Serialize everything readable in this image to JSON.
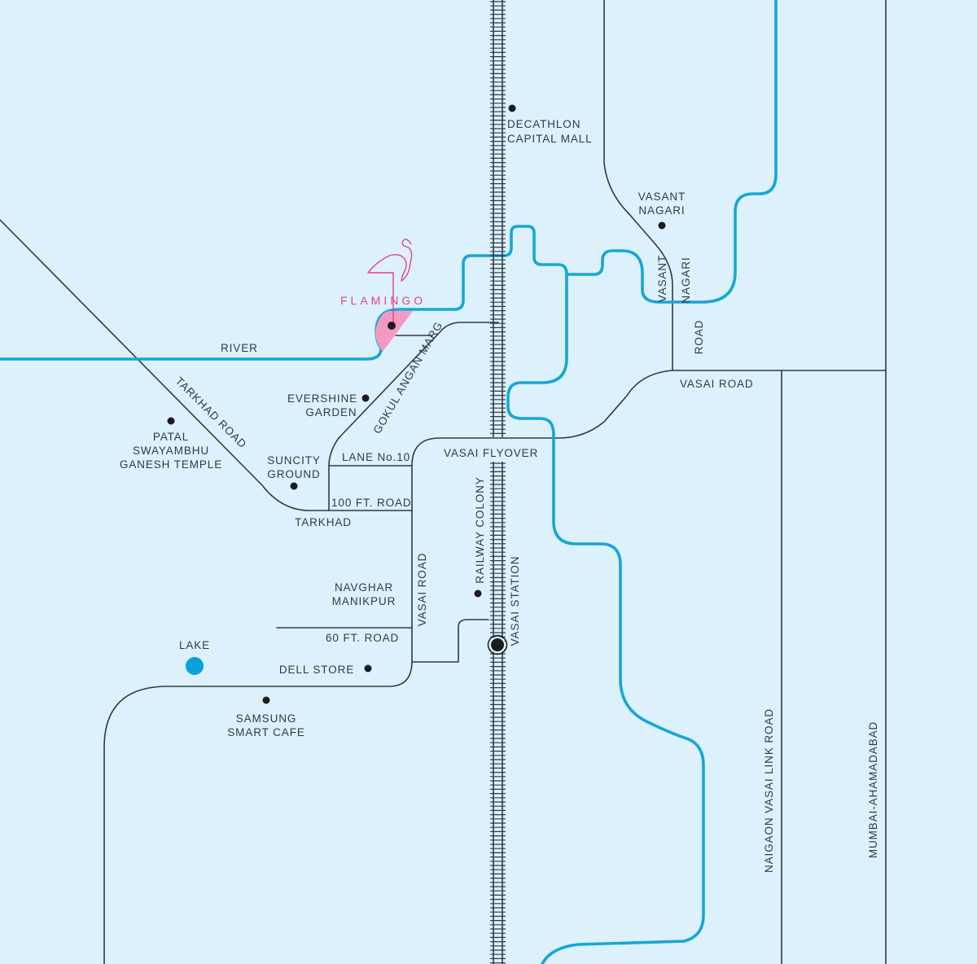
{
  "map": {
    "project": {
      "name": "FLAMINGO"
    },
    "water": {
      "river_label": "RIVER",
      "lake_label": "LAKE"
    },
    "roads": {
      "tarkhad_road": "TARKHAD ROAD",
      "gokul_angan_marg": "GOKUL ANGAN MARG",
      "lane_no_10": "LANE No.10",
      "hundred_ft_road": "100 FT. ROAD",
      "sixty_ft_road": "60 FT. ROAD",
      "vasai_road_vertical": "VASAI ROAD",
      "vasai_road_east": "VASAI ROAD",
      "vasai_flyover": "VASAI FLYOVER",
      "vasant_nagari_road_line1": "VASANT",
      "vasant_nagari_road_line2": "NAGARI",
      "vasant_nagari_road_line3": "ROAD",
      "naigaon_vasai_link_road": "NAIGAON VASAI LINK ROAD",
      "mumbai_ahamadabad": "MUMBAI-AHAMADABAD"
    },
    "places": {
      "decathlon": [
        "DECATHLON",
        "CAPITAL MALL"
      ],
      "vasant_nagari": [
        "VASANT",
        "NAGARI"
      ],
      "evershine_garden": [
        "EVERSHINE",
        "GARDEN"
      ],
      "patal_ganesh_temple": [
        "PATAL",
        "SWAYAMBHU",
        "GANESH TEMPLE"
      ],
      "suncity_ground": [
        "SUNCITY",
        "GROUND"
      ],
      "tarkhad": "TARKHAD",
      "navghar_manikpur": [
        "NAVGHAR",
        "MANIKPUR"
      ],
      "railway_colony": "RAILWAY COLONY",
      "vasai_station": "VASAI STATION",
      "dell_store": "DELL STORE",
      "samsung_smart_cafe": [
        "SAMSUNG",
        "SMART CAFE"
      ]
    },
    "colors": {
      "background": "#dcf1fb",
      "road": "#2f3a4a",
      "river": "#16a6d8",
      "lake": "#0aa0e0",
      "brand": "#e0428f",
      "site_fill": "#f49ac2",
      "poi": "#1c1c1c"
    }
  }
}
